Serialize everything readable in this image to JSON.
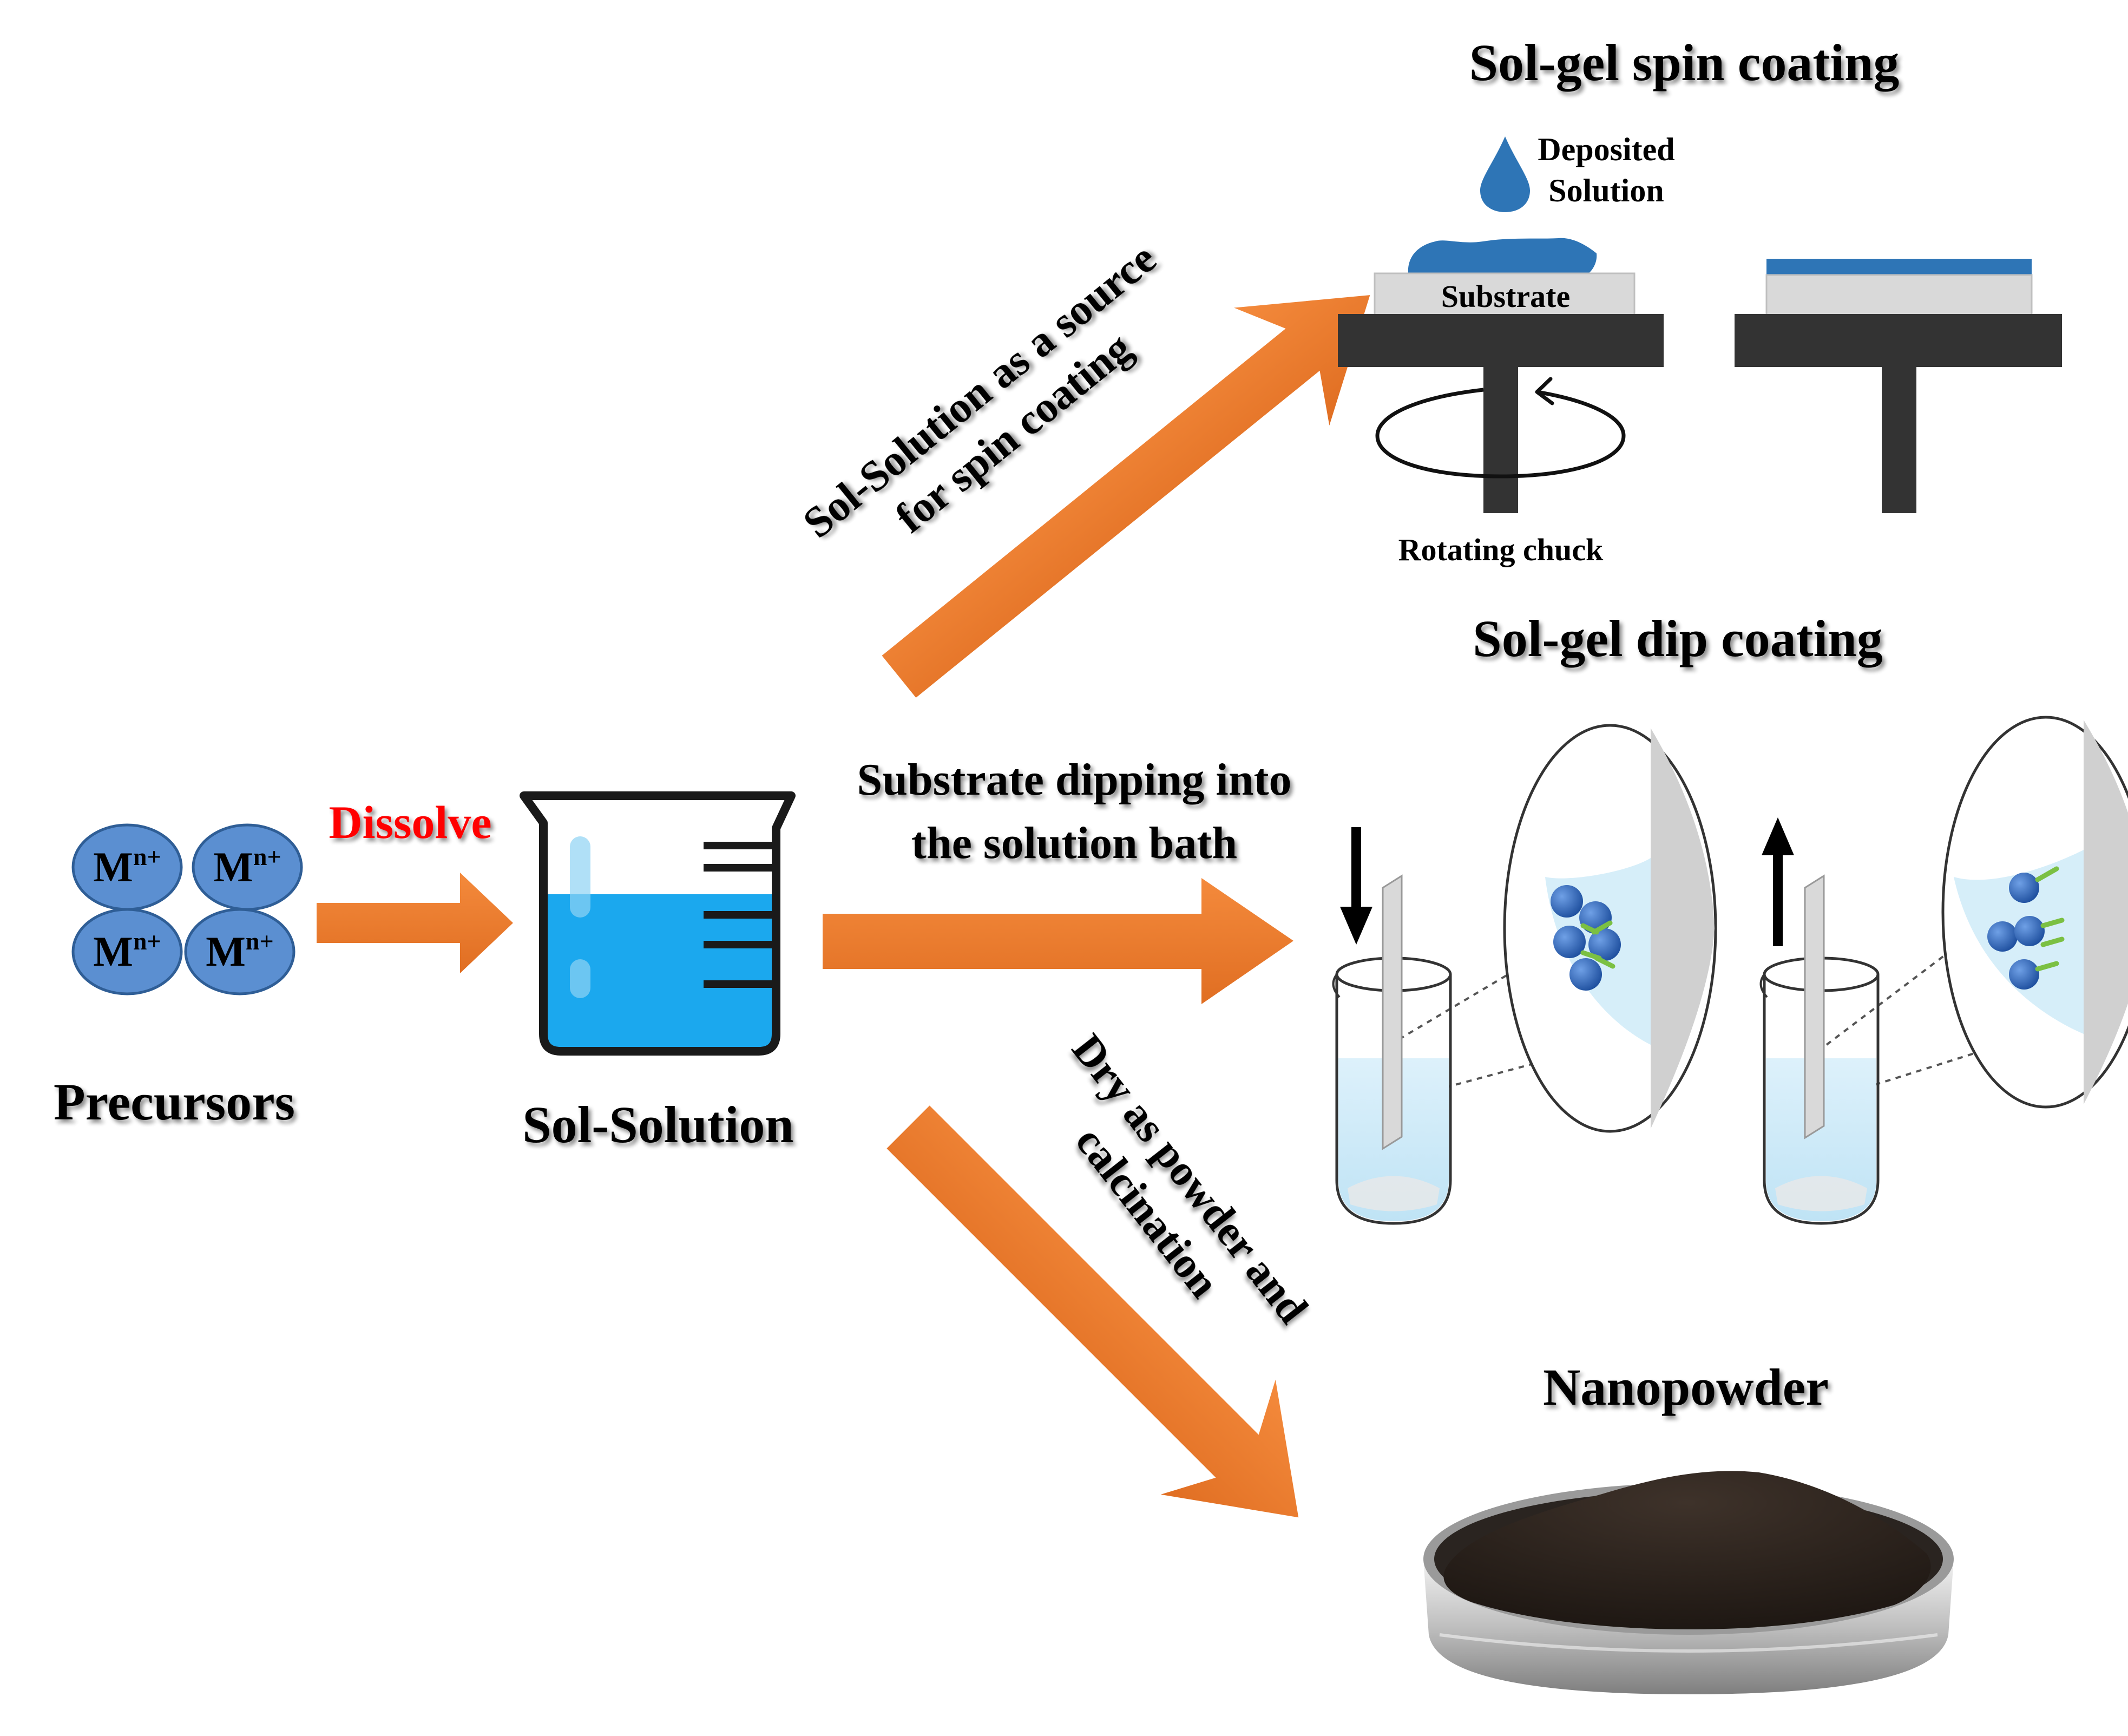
{
  "colors": {
    "arrow": "#EF7D30",
    "arrow_dark": "#D9661E",
    "precursor_fill": "#5B8FD1",
    "precursor_stroke": "#2F5E96",
    "solution": "#1BA8EE",
    "dissolve_text": "#FF0000",
    "chuck": "#333333",
    "substrate": "#D9D9D9",
    "coating": "#2E75B6",
    "powder": "#2B221C"
  },
  "precursors": {
    "ion_label": "M",
    "ion_charge": "n+",
    "title": "Precursors"
  },
  "dissolve_label": "Dissolve",
  "sol_solution_label": "Sol-Solution",
  "spin_path": {
    "arrow_label_line1": "Sol-Solution as a source",
    "arrow_label_line2": "for spin coating"
  },
  "dip_path": {
    "arrow_label_line1": "Substrate dipping into",
    "arrow_label_line2": "the solution bath"
  },
  "powder_path": {
    "arrow_label_line1": "Dry as powder and",
    "arrow_label_line2": "calcination"
  },
  "spin_coating": {
    "title": "Sol-gel spin coating",
    "deposited_label_line1": "Deposited",
    "deposited_label_line2": "Solution",
    "substrate_label": "Substrate",
    "chuck_label": "Rotating chuck"
  },
  "dip_coating": {
    "title": "Sol-gel dip coating"
  },
  "nanopowder": {
    "title": "Nanopowder"
  },
  "icons": [
    "drop-icon",
    "rotation-arrow-icon",
    "down-arrow-icon",
    "up-arrow-icon",
    "beaker-icon",
    "petri-dish-icon"
  ]
}
